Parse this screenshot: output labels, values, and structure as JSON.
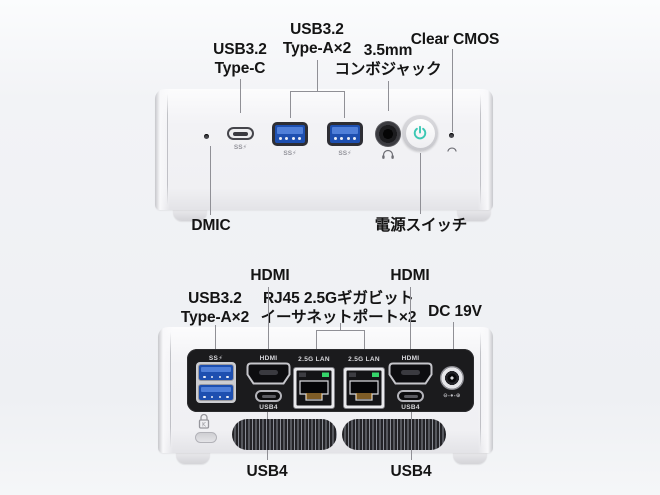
{
  "front": {
    "labels": {
      "usb_c": "USB3.2\nType-C",
      "usb_a": "USB3.2\nType-A×2",
      "combo_jack": "3.5mm\nコンボジャック",
      "clear_cmos": "Clear CMOS",
      "dmic": "DMIC",
      "power": "電源スイッチ"
    },
    "port_marks": {
      "usb_c_ss": "SS⚡",
      "usb_a1_ss": "SS⚡",
      "usb_a2_ss": "SS⚡"
    }
  },
  "back": {
    "labels": {
      "usb_a": "USB3.2\nType-A×2",
      "hdmi_left": "HDMI",
      "hdmi_right": "HDMI",
      "lan": "RJ45 2.5Gギガビット\nイーサネットポート×2",
      "dc": "DC 19V",
      "usb4_left": "USB4",
      "usb4_right": "USB4"
    },
    "panel_marks": {
      "usb_ss": "SS⚡",
      "hdmi_1": "HDMI",
      "hdmi_2": "HDMI",
      "lan_1": "2.5G LAN",
      "lan_2": "2.5G LAN",
      "usb4_1": "USB4",
      "usb4_2": "USB4",
      "dc_polarity": "⊖-●-⊕"
    }
  },
  "colors": {
    "usb_port_blue": "#1d4fb0",
    "power_button_accent": "#3cc8b4",
    "rear_panel_black": "#1b1b1d",
    "lan_led_green": "#35d46a",
    "label_text": "#141414",
    "leader_line": "#909096"
  }
}
